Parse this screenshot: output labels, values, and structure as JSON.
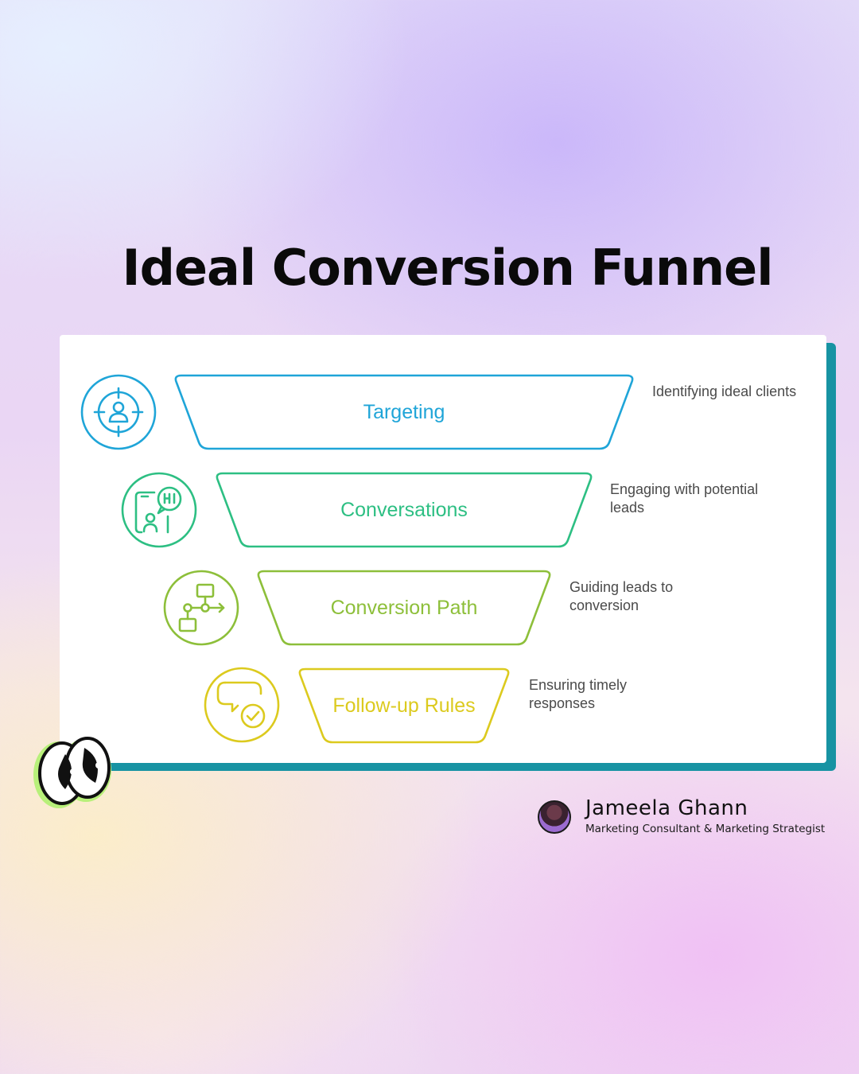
{
  "title": "Ideal Conversion Funnel",
  "colors": {
    "card_accent": "#1793a3",
    "targeting": "#1fa5d8",
    "conversations": "#2dbf83",
    "conversion_path": "#8dbf3a",
    "follow_up": "#dcca1e"
  },
  "stages": [
    {
      "label": "Targeting",
      "description": "Identifying ideal clients",
      "icon": "target-person-icon",
      "color": "#1fa5d8"
    },
    {
      "label": "Conversations",
      "description": "Engaging with potential leads",
      "icon": "phone-chat-hi-icon",
      "color": "#2dbf83"
    },
    {
      "label": "Conversion Path",
      "description": "Guiding leads to conversion",
      "icon": "flowchart-icon",
      "color": "#8dbf3a"
    },
    {
      "label": "Follow-up Rules",
      "description": "Ensuring timely responses",
      "icon": "chat-check-icon",
      "color": "#dcca1e"
    }
  ],
  "author": {
    "name": "Jameela Ghann",
    "role": "Marketing Consultant & Marketing  Strategist"
  }
}
